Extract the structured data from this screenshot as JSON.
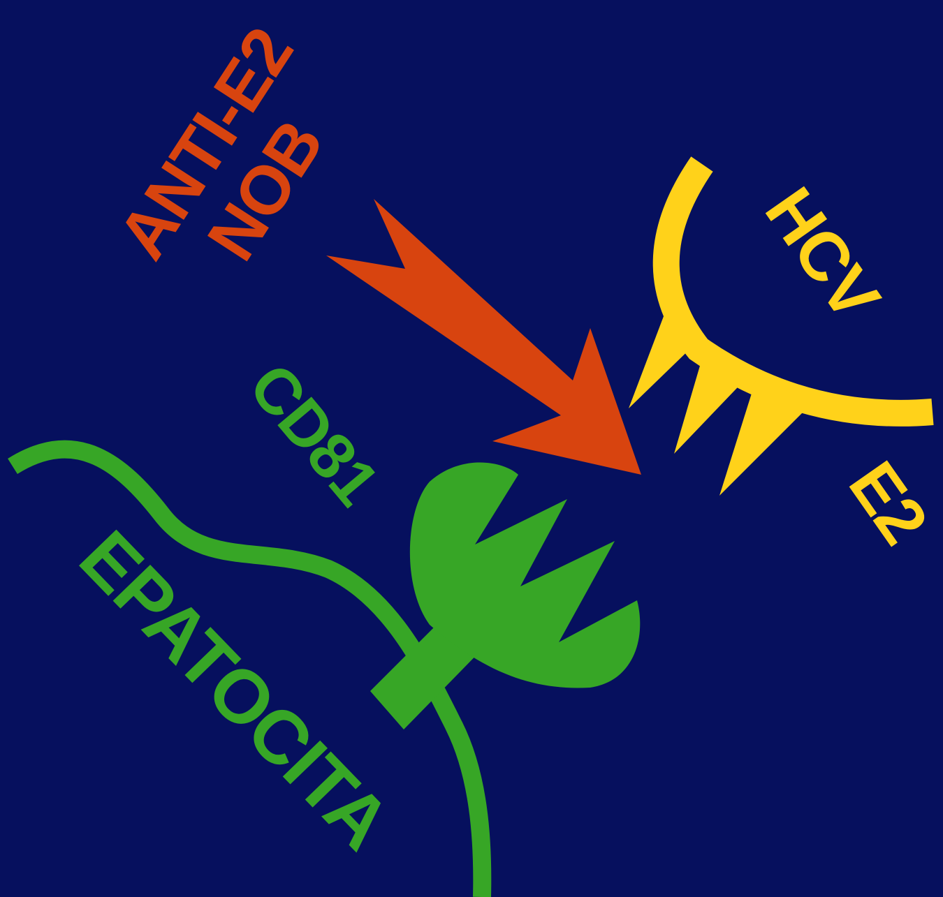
{
  "labels": {
    "antibody_line1": "ANTI-E2",
    "antibody_line2": "NOB",
    "virus": "HCV",
    "envelope_protein": "E2",
    "receptor": "CD81",
    "cell": "EPATOCITA"
  },
  "colors": {
    "background": "#06105e",
    "antibody": "#d8440f",
    "virus": "#ffd21a",
    "cell": "#37a626"
  },
  "icons": {
    "antibody": "arrow-icon",
    "virus": "hcv-particle-icon",
    "receptor": "cd81-receptor-icon",
    "cell": "cell-membrane-icon"
  }
}
